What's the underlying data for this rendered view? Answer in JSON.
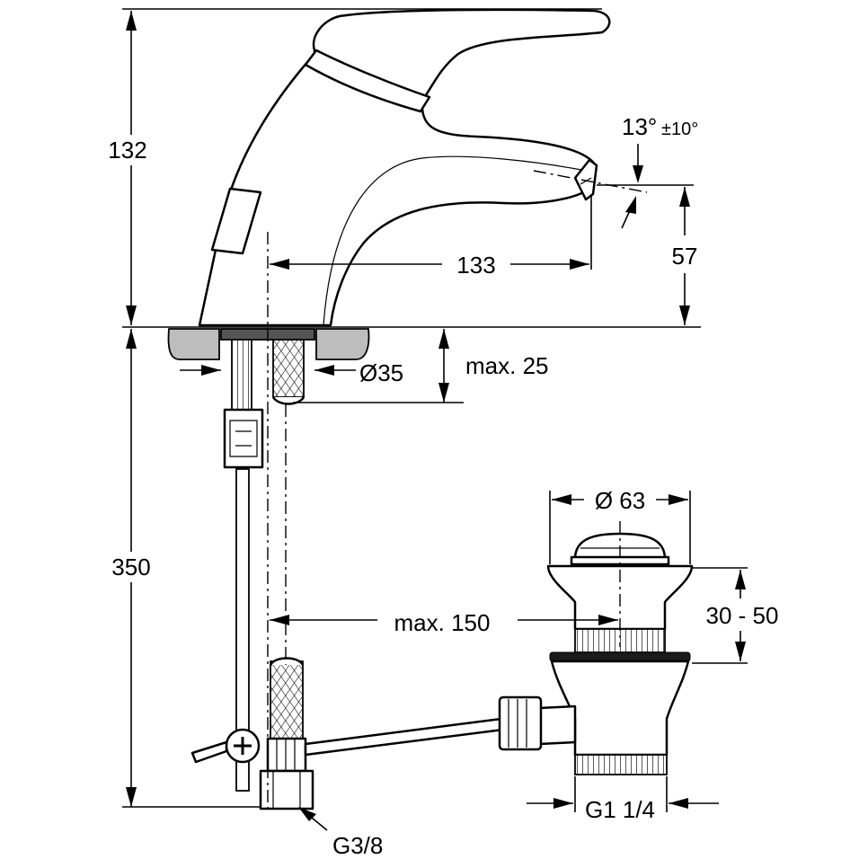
{
  "dimensions": {
    "faucet_height": "132",
    "spout_reach": "133",
    "spout_height": "57",
    "spout_angle": "13°",
    "spout_angle_tolerance": "±10°",
    "hole_diameter": "Ø35",
    "max_deck_thickness": "max. 25",
    "total_height": "350",
    "drain_diameter": "Ø 63",
    "drain_height_range": "30 - 50",
    "max_drain_distance": "max. 150",
    "drain_thread": "G1 1/4",
    "supply_thread": "G3/8"
  }
}
